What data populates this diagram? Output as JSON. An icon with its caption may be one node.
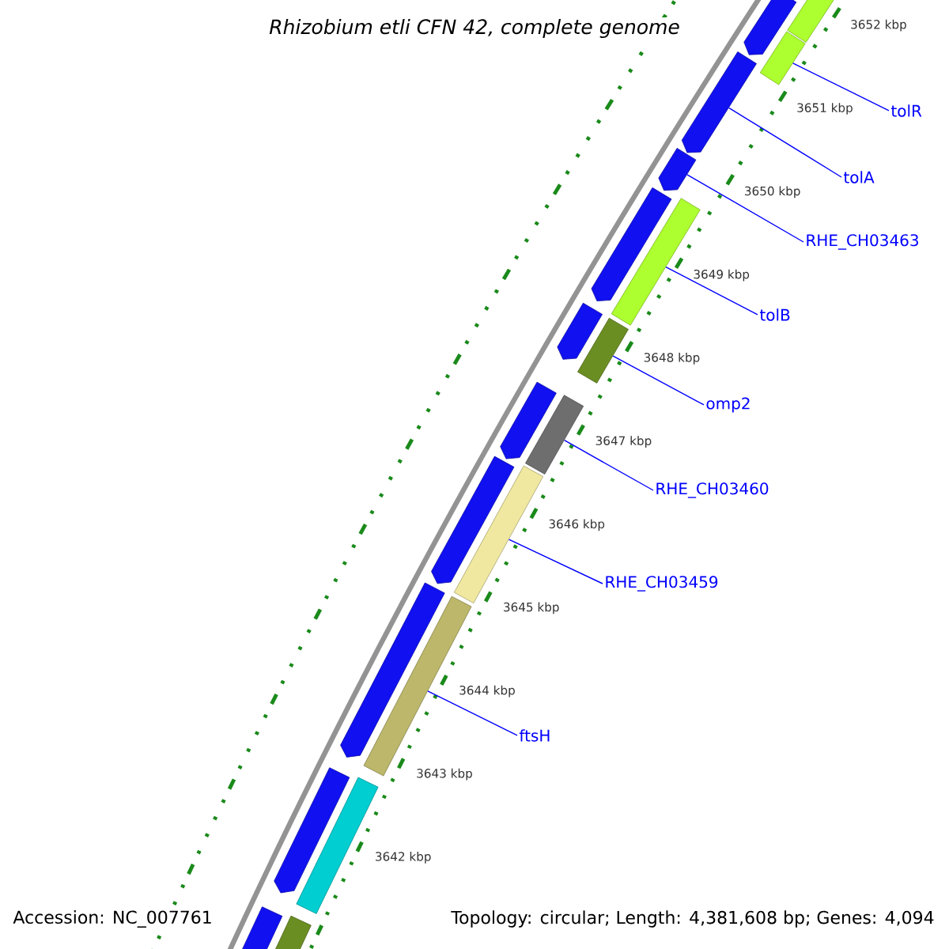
{
  "diagram": {
    "title": "Rhizobium etli CFN 42, complete genome",
    "nodes": [
      {
        "text": [
          "tolR"
        ]
      },
      {
        "text": [
          "tolA"
        ]
      },
      {
        "text": [
          "RHE_CH03463"
        ]
      },
      {
        "text": [
          "tolB"
        ]
      },
      {
        "text": [
          "omp2"
        ]
      },
      {
        "text": [
          "RHE_CH03460"
        ]
      },
      {
        "text": [
          "RHE_CH03459"
        ]
      },
      {
        "text": [
          "ftsH"
        ]
      },
      {
        "text": [],
        "shape": "bar"
      },
      {
        "text": [],
        "shape": "arrow"
      },
      {
        "text": [],
        "shape": "arrow"
      },
      {
        "text": [],
        "shape": "bar"
      },
      {
        "text": [],
        "shape": "bar"
      },
      {
        "text": [],
        "shape": "bar"
      },
      {
        "text": [],
        "shape": "bar"
      },
      {
        "text": [],
        "shape": "bar"
      },
      {
        "text": [],
        "shape": "bar"
      },
      {
        "text": [],
        "shape": "arrow"
      },
      {
        "text": [],
        "shape": "arrow"
      },
      {
        "text": [],
        "shape": "arrow"
      },
      {
        "text": [],
        "shape": "arrow"
      },
      {
        "text": [],
        "shape": "arrow"
      },
      {
        "text": [],
        "shape": "arrow"
      },
      {
        "text": [],
        "shape": "arrow"
      },
      {
        "text": [],
        "shape": "bar"
      },
      {
        "text": [],
        "shape": "arrow"
      },
      {
        "text": [],
        "shape": "bar"
      }
    ],
    "edges": [
      {
        "from": 0,
        "to": 8,
        "arrow": "none"
      },
      {
        "from": 1,
        "to": 9,
        "arrow": "none"
      },
      {
        "from": 2,
        "to": 10,
        "arrow": "none"
      },
      {
        "from": 3,
        "to": 11,
        "arrow": "none"
      },
      {
        "from": 4,
        "to": 12,
        "arrow": "none"
      },
      {
        "from": 5,
        "to": 13,
        "arrow": "none"
      },
      {
        "from": 6,
        "to": 14,
        "arrow": "none"
      },
      {
        "from": 7,
        "to": 15,
        "arrow": "none"
      }
    ],
    "labels": [
      "3652 kbp",
      "3651 kbp",
      "3650 kbp",
      "3649 kbp",
      "3648 kbp",
      "3647 kbp",
      "3646 kbp",
      "3645 kbp",
      "3644 kbp",
      "3643 kbp",
      "3642 kbp",
      "Accession: NC_007761",
      "Topology: circular; Length: 4,381,608 bp; Genes: 4,094"
    ]
  }
}
